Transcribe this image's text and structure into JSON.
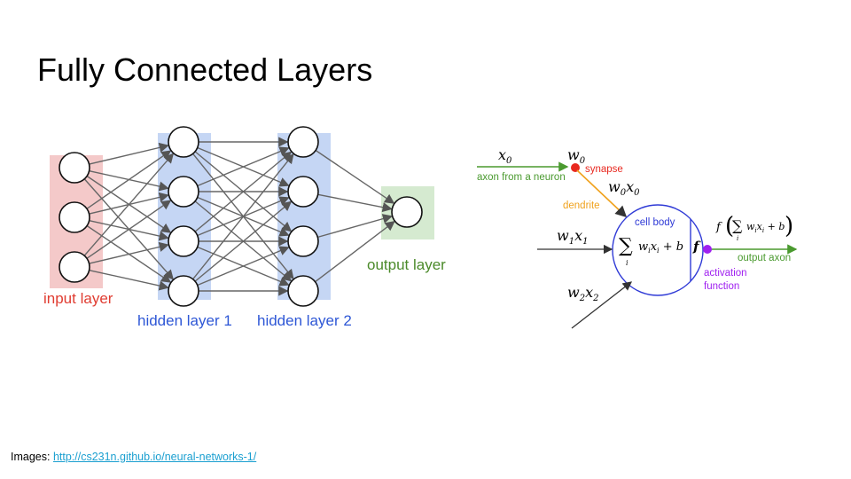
{
  "slide": {
    "title": "Fully Connected Layers",
    "footer_prefix": "Images: ",
    "footer_link": "http://cs231n.github.io/neural-networks-1/"
  },
  "network": {
    "layers": [
      {
        "name": "input layer",
        "neurons": 3,
        "color": "#f4c9c9",
        "label_color": "#e03c31"
      },
      {
        "name": "hidden layer 1",
        "neurons": 4,
        "color": "#c5d6f4",
        "label_color": "#2e57d6"
      },
      {
        "name": "hidden layer 2",
        "neurons": 4,
        "color": "#c5d6f4",
        "label_color": "#2e57d6"
      },
      {
        "name": "output layer",
        "neurons": 1,
        "color": "#d5ead0",
        "label_color": "#4b8a2a"
      }
    ]
  },
  "neuron": {
    "x0": "x",
    "x0_sub": "0",
    "w0": "w",
    "w0_sub": "0",
    "synapse": "synapse",
    "axon_from": "axon from a neuron",
    "w0x0_w": "w",
    "w0x0_wsub": "0",
    "w0x0_x": "x",
    "w0x0_xsub": "0",
    "dendrite": "dendrite",
    "cell_body": "cell body",
    "w1x1_w": "w",
    "w1x1_wsub": "1",
    "w1x1_x": "x",
    "w1x1_xsub": "1",
    "sum_expr": "w",
    "sum_sub_i": "i",
    "sum_x": "x",
    "sum_plus_b": " + b",
    "f": "f",
    "output_axon": "output axon",
    "activation": "activation",
    "function": "function",
    "w2x2_w": "w",
    "w2x2_wsub": "2",
    "w2x2_x": "x",
    "w2x2_xsub": "2",
    "out_f": "f",
    "out_expr": "w",
    "out_sub": "i",
    "out_x": "x",
    "out_plus_b": " + b",
    "colors": {
      "axon_green": "#4a9a2f",
      "synapse_red": "#e8281f",
      "dendrite_orange": "#f0a21d",
      "cell_blue": "#2f3ad6",
      "activation_purple": "#a020f0"
    }
  }
}
